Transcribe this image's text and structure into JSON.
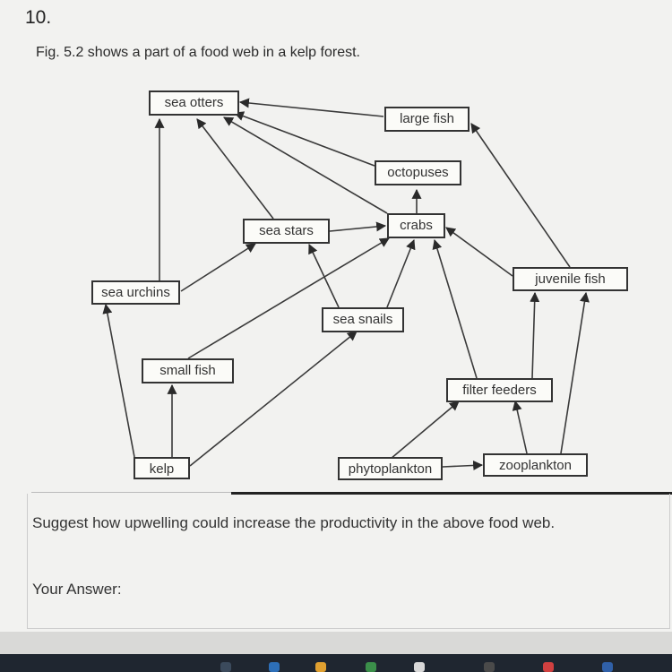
{
  "question_number": "10.",
  "figure_caption": "Fig. 5.2 shows a part of a food web in a kelp forest.",
  "nodes": {
    "sea_otters": "sea otters",
    "large_fish": "large fish",
    "octopuses": "octopuses",
    "sea_stars": "sea stars",
    "crabs": "crabs",
    "sea_urchins": "sea urchins",
    "juvenile_fish": "juvenile fish",
    "sea_snails": "sea snails",
    "small_fish": "small fish",
    "filter_feeders": "filter feeders",
    "kelp": "kelp",
    "phytoplankton": "phytoplankton",
    "zooplankton": "zooplankton"
  },
  "question_text": "Suggest how upwelling could increase the productivity in the above food web.",
  "answer_label": "Your Answer:",
  "colors": {
    "page": "#f2f2f0",
    "ink": "#333333",
    "taskbar": "#1f2630"
  }
}
